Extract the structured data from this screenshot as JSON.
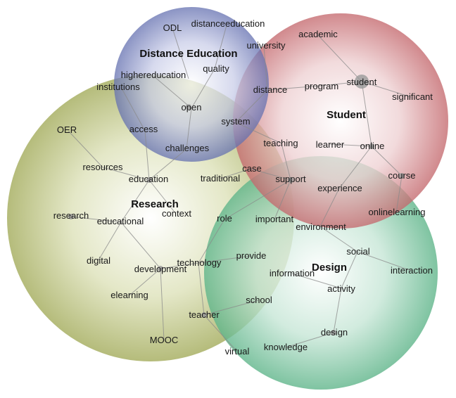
{
  "clusters": {
    "distance_education": {
      "label": "Distance Education",
      "color": "#4f5fa8"
    },
    "student": {
      "label": "Student",
      "color": "#b8454c"
    },
    "research": {
      "label": "Research",
      "color": "#9aa64a"
    },
    "design": {
      "label": "Design",
      "color": "#3e9e6e"
    }
  },
  "nodes": {
    "odl": "ODL",
    "distanceeducation": "distanceeducation",
    "university": "university",
    "academic": "academic",
    "quality": "quality",
    "highereducation": "highereducation",
    "institutions": "institutions",
    "distance": "distance",
    "program": "program",
    "student": "student",
    "significant": "significant",
    "open": "open",
    "oer": "OER",
    "access": "access",
    "system": "system",
    "challenges": "challenges",
    "teaching": "teaching",
    "learner": "learner",
    "online": "online",
    "resources": "resources",
    "case": "case",
    "education": "education",
    "traditional": "traditional",
    "support": "support",
    "experience": "experience",
    "course": "course",
    "context": "context",
    "research": "research",
    "educational": "educational",
    "role": "role",
    "important": "important",
    "environment": "environment",
    "onlinelearning": "onlinelearning",
    "digital": "digital",
    "social": "social",
    "provide": "provide",
    "technology": "technology",
    "development": "development",
    "information": "information",
    "interaction": "interaction",
    "activity": "activity",
    "elearning": "elearning",
    "school": "school",
    "teacher": "teacher",
    "design": "design",
    "mooc": "MOOC",
    "knowledge": "knowledge",
    "virtual": "virtual"
  }
}
